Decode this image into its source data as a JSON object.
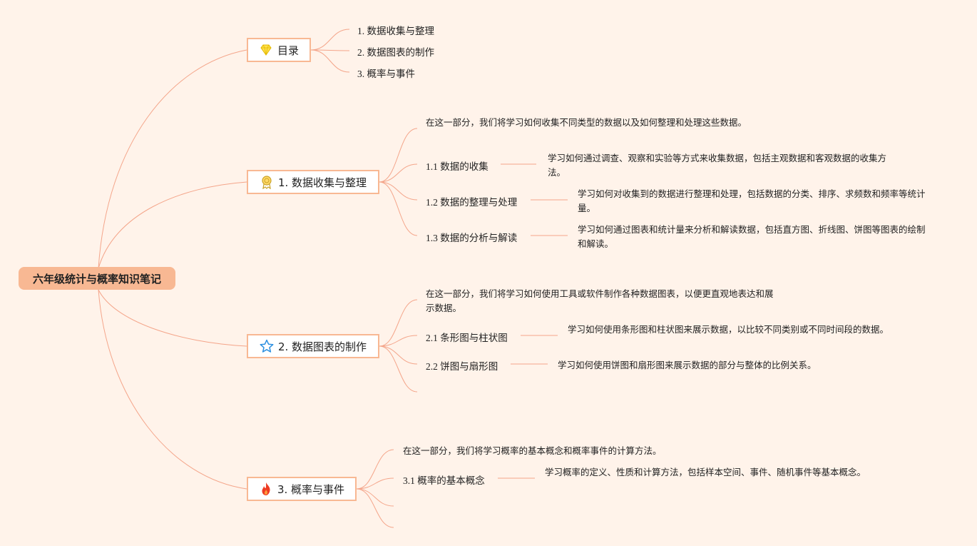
{
  "root": {
    "title": "六年级统计与概率知识笔记"
  },
  "toc": {
    "title": "目录",
    "icon": "diamond-icon",
    "items": [
      "1. 数据收集与整理",
      "2. 数据图表的制作",
      "3. 概率与事件"
    ]
  },
  "section1": {
    "title": "1. 数据收集与整理",
    "icon": "medal-icon",
    "intro": "在这一部分，我们将学习如何收集不同类型的数据以及如何整理和处理这些数据。",
    "subs": [
      {
        "label": "1.1 数据的收集",
        "desc": "学习如何通过调查、观察和实验等方式来收集数据，包括主观数据和客观数据的收集方法。"
      },
      {
        "label": "1.2 数据的整理与处理",
        "desc": "学习如何对收集到的数据进行整理和处理，包括数据的分类、排序、求频数和频率等统计量。"
      },
      {
        "label": "1.3 数据的分析与解读",
        "desc": "学习如何通过图表和统计量来分析和解读数据，包括直方图、折线图、饼图等图表的绘制和解读。"
      }
    ]
  },
  "section2": {
    "title": "2. 数据图表的制作",
    "icon": "star-icon",
    "intro": "在这一部分，我们将学习如何使用工具或软件制作各种数据图表，以便更直观地表达和展示数据。",
    "subs": [
      {
        "label": "2.1 条形图与柱状图",
        "desc": "学习如何使用条形图和柱状图来展示数据，以比较不同类别或不同时间段的数据。"
      },
      {
        "label": "2.2 饼图与扇形图",
        "desc": "学习如何使用饼图和扇形图来展示数据的部分与整体的比例关系。"
      }
    ]
  },
  "section3": {
    "title": "3. 概率与事件",
    "icon": "fire-icon",
    "intro": "在这一部分，我们将学习概率的基本概念和概率事件的计算方法。",
    "subs": [
      {
        "label": "3.1 概率的基本概念",
        "desc": "学习概率的定义、性质和计算方法，包括样本空间、事件、随机事件等基本概念。"
      }
    ]
  },
  "colors": {
    "background": "#fff3ea",
    "root": "#f8b893",
    "line": "#f4a58a",
    "border": "#f8b893"
  }
}
